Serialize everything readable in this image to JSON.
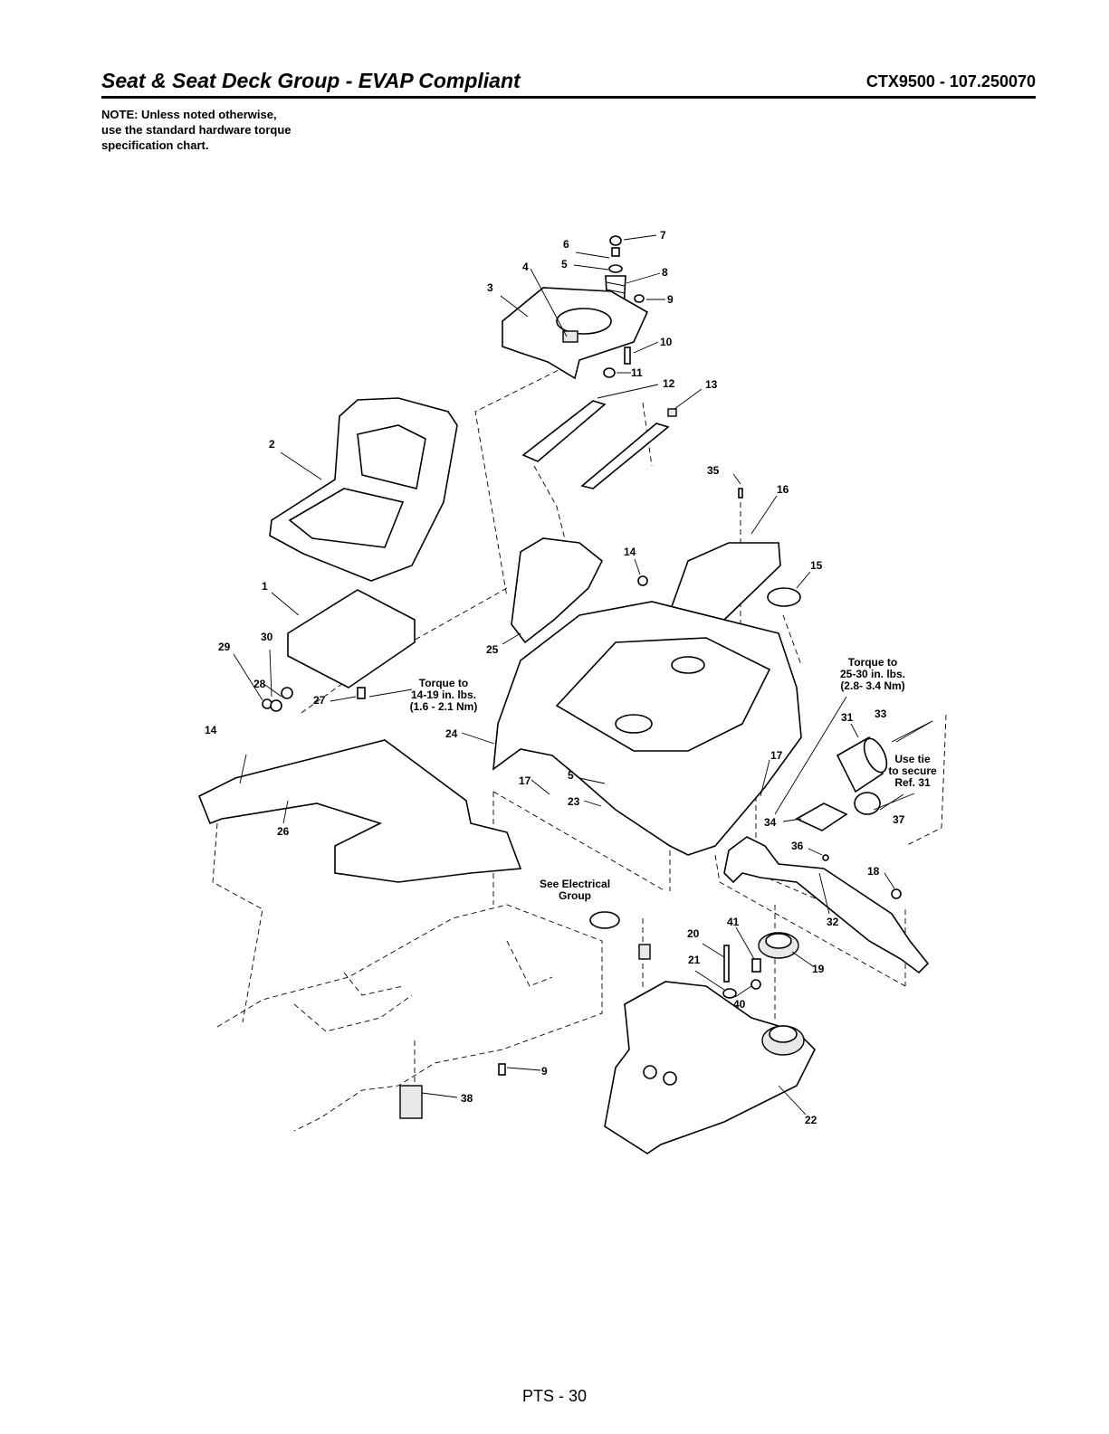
{
  "header": {
    "title": "Seat & Seat Deck Group - EVAP Compliant",
    "model": "CTX9500 - 107.250070"
  },
  "note": {
    "line1": "NOTE: Unless noted otherwise,",
    "line2": "use the standard hardware torque",
    "line3": "specification chart."
  },
  "callouts": {
    "torque_a": [
      "Torque to",
      "14-19 in. lbs.",
      "(1.6 - 2.1 Nm)"
    ],
    "torque_b": [
      "Torque to",
      "25-30 in. lbs.",
      "(2.8- 3.4 Nm)"
    ],
    "use_tie": [
      "Use tie",
      "to secure",
      "Ref. 31"
    ],
    "electrical": [
      "See Electrical",
      "Group"
    ]
  },
  "part_numbers": {
    "p1": "1",
    "p2": "2",
    "p3": "3",
    "p4": "4",
    "p5a": "5",
    "p5b": "5",
    "p6": "6",
    "p7": "7",
    "p8": "8",
    "p9a": "9",
    "p9b": "9",
    "p10": "10",
    "p11": "11",
    "p12": "12",
    "p13": "13",
    "p14a": "14",
    "p14b": "14",
    "p15": "15",
    "p16": "16",
    "p17a": "17",
    "p17b": "17",
    "p18": "18",
    "p19": "19",
    "p20": "20",
    "p21": "21",
    "p22": "22",
    "p23": "23",
    "p24": "24",
    "p25": "25",
    "p26": "26",
    "p27": "27",
    "p28": "28",
    "p29": "29",
    "p30": "30",
    "p31": "31",
    "p32": "32",
    "p33": "33",
    "p34": "34",
    "p35": "35",
    "p36": "36",
    "p37": "37",
    "p38": "38",
    "p40": "40",
    "p41": "41"
  },
  "footer": {
    "page": "PTS - 30"
  }
}
